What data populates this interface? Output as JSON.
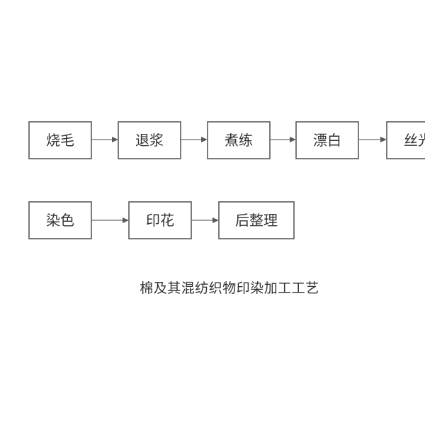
{
  "diagram": {
    "rows": [
      {
        "steps": [
          {
            "id": "shaoshao",
            "label": "烧毛"
          },
          {
            "id": "tuijiang",
            "label": "退浆"
          },
          {
            "id": "zhulian",
            "label": "煮练"
          },
          {
            "id": "piaobai",
            "label": "漂白"
          },
          {
            "id": "siguang",
            "label": "丝光"
          }
        ]
      },
      {
        "steps": [
          {
            "id": "ranse",
            "label": "染色"
          },
          {
            "id": "yinhua",
            "label": "印花"
          },
          {
            "id": "houzhengli",
            "label": "后整理"
          }
        ]
      }
    ],
    "edges": [
      [
        "shaoshao",
        "tuijiang"
      ],
      [
        "tuijiang",
        "zhulian"
      ],
      [
        "zhulian",
        "piaobai"
      ],
      [
        "piaobai",
        "siguang"
      ],
      [
        "ranse",
        "yinhua"
      ],
      [
        "yinhua",
        "houzhengli"
      ]
    ],
    "caption": "棉及其混纺织物印染加工工艺",
    "colors": {
      "box_stroke": "#5a5a5a",
      "arrow": "#6a6a6a",
      "text": "#333333"
    }
  }
}
